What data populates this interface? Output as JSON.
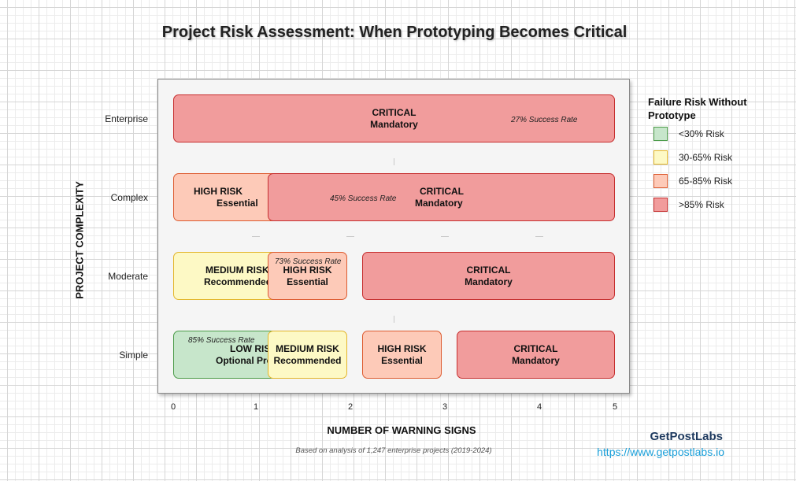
{
  "title": "Project Risk Assessment: When Prototyping Becomes Critical",
  "axis": {
    "y_title": "PROJECT COMPLEXITY",
    "x_title": "NUMBER OF WARNING SIGNS",
    "y_labels": [
      "Enterprise",
      "Complex",
      "Moderate",
      "Simple"
    ],
    "x_labels": [
      "0",
      "1",
      "2",
      "3",
      "4",
      "5"
    ]
  },
  "cells": {
    "enterprise": {
      "critical": {
        "level": "CRITICAL",
        "action": "Mandatory",
        "rate": "27% Success Rate"
      }
    },
    "complex": {
      "high": {
        "level": "HIGH RISK",
        "action": "Essential"
      },
      "critical": {
        "level": "CRITICAL",
        "action": "Mandatory",
        "rate": "45% Success Rate"
      }
    },
    "moderate": {
      "medium": {
        "level": "MEDIUM RISK",
        "action": "Recommended"
      },
      "high": {
        "level": "HIGH RISK",
        "action": "Essential",
        "rate": "73% Success Rate"
      },
      "critical": {
        "level": "CRITICAL",
        "action": "Mandatory"
      }
    },
    "simple": {
      "low": {
        "level": "LOW RISK",
        "action": "Optional Prototyping",
        "rate": "85% Success Rate"
      },
      "medium": {
        "level": "MEDIUM RISK",
        "action": "Recommended"
      },
      "high": {
        "level": "HIGH RISK",
        "action": "Essential"
      },
      "critical": {
        "level": "CRITICAL",
        "action": "Mandatory"
      }
    }
  },
  "legend": {
    "title": "Failure Risk Without Prototype",
    "items": [
      {
        "label": "<30% Risk",
        "fill": "#c7e6cb",
        "stroke": "#4b9b48"
      },
      {
        "label": "30-65% Risk",
        "fill": "#fdf9c5",
        "stroke": "#e3b52a"
      },
      {
        "label": "65-85% Risk",
        "fill": "#fdcab8",
        "stroke": "#dd5b30"
      },
      {
        "label": ">85% Risk",
        "fill": "#f19c9c",
        "stroke": "#c62e2e"
      }
    ]
  },
  "footnote": "Based on analysis of 1,247 enterprise projects (2019-2024)",
  "brand": {
    "name": "GetPostLabs",
    "url": "https://www.getpostlabs.io"
  },
  "colors": {
    "critical": "#f19c9c",
    "high": "#fdcab8",
    "medium": "#fdf9c5",
    "low": "#c7e6cb",
    "link": "#1a9fd9"
  }
}
